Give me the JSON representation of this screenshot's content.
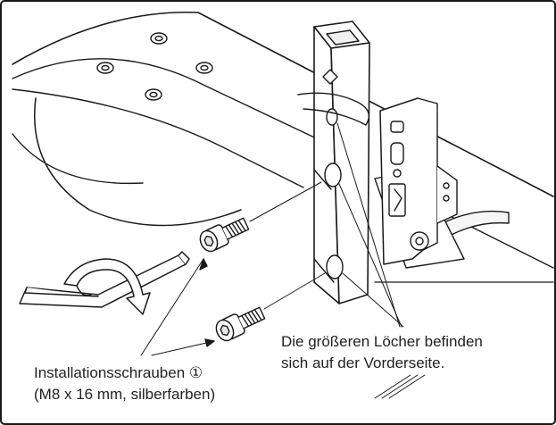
{
  "labels": {
    "holes_line1": "Die größeren Löcher befinden",
    "holes_line2": "sich auf der Vorderseite.",
    "screws_line1": "Installationsschrauben ①",
    "screws_line2": "(M8 x 16 mm, silberfarben)"
  },
  "icons": {
    "wrench": "hex-key-icon",
    "rotation": "rotation-arrow-icon",
    "screw": "hex-socket-screw-icon"
  },
  "colors": {
    "line": "#1a1a1a",
    "fill": "#ffffff",
    "shade": "#e6e6e6"
  }
}
